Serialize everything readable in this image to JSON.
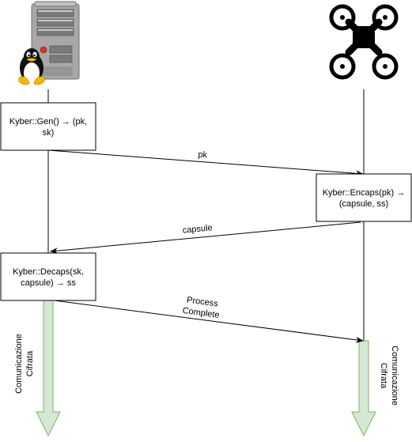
{
  "colors": {
    "line": "#000000",
    "box_fill": "#ffffff",
    "arrow_fill": "#d5e8d4",
    "arrow_stroke": "#82b366",
    "server_body": "#a8a8a8",
    "drone": "#000000"
  },
  "actors": {
    "left": {
      "icons": [
        "server-icon",
        "linux-penguin-icon"
      ]
    },
    "right": {
      "icons": [
        "drone-icon"
      ]
    }
  },
  "boxes": {
    "gen": {
      "line1": "Kyber::Gen() → (pk,",
      "line2": "sk)"
    },
    "encaps": {
      "line1": "Kyber::Encaps(pk) →",
      "line2": "(capsule, ss)"
    },
    "decaps": {
      "line1": "Kyber::Decaps(sk,",
      "line2": "capsule) → ss"
    }
  },
  "messages": {
    "pk": "pk",
    "capsule": "capsule",
    "process_line1": "Process",
    "process_line2": "Complete"
  },
  "channels": {
    "left_line1": "Comunicazione",
    "left_line2": "Cifrata",
    "right_line1": "Comunicazione",
    "right_line2": "Cifrata"
  }
}
